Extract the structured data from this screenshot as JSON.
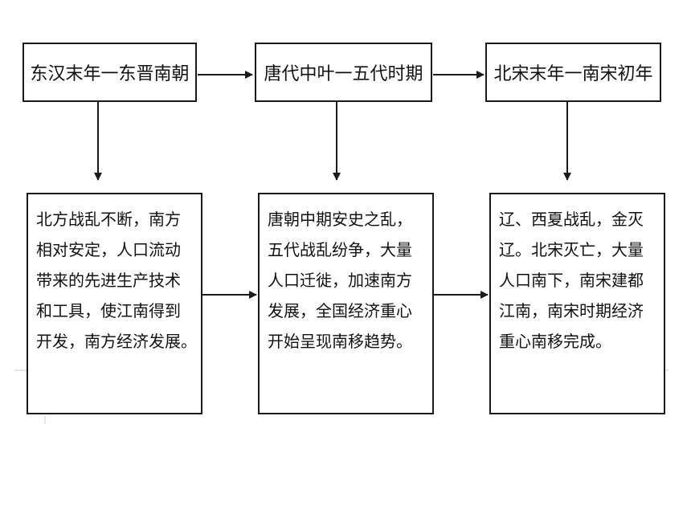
{
  "diagram": {
    "periods": [
      {
        "id": "p1",
        "label": "东汉末年一东晋南朝"
      },
      {
        "id": "p2",
        "label": "唐代中叶一五代时期"
      },
      {
        "id": "p3",
        "label": "北宋末年一南宋初年"
      }
    ],
    "descriptions": [
      {
        "id": "d1",
        "lines": [
          "北方战乱不断，南方",
          "相对安定，人口流动",
          "带来的先进生产技术",
          "和工具，使江南得到",
          "开发，南方经济发展。"
        ]
      },
      {
        "id": "d2",
        "lines": [
          "唐朝中期安史之乱，",
          "五代战乱纷争，大量",
          "人口迁徙，加速南方",
          "发展，全国经济重心",
          "开始呈现南移趋势。"
        ]
      },
      {
        "id": "d3",
        "lines": [
          "辽、西夏战乱，金灭",
          "辽。北宋灭亡，大量",
          "人口南下，南宋建都",
          "江南，南宋时期经济",
          "重心南移完成。"
        ]
      }
    ],
    "colors": {
      "stroke": "#1a1a1a",
      "background": "#ffffff",
      "text": "#111111"
    }
  }
}
